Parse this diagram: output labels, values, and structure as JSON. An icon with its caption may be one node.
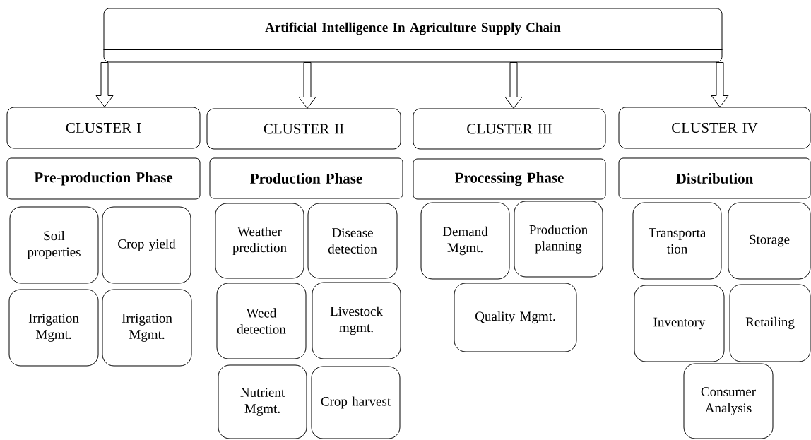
{
  "diagram": {
    "nodes": [
      {
        "text": [
          "Artificial Intelligence In Agriculture Supply Chain"
        ]
      },
      {
        "text": [
          "CLUSTER I"
        ]
      },
      {
        "text": [
          "Pre-production Phase"
        ]
      },
      {
        "text": [
          "Soil properties"
        ]
      },
      {
        "text": [
          "Crop yield"
        ]
      },
      {
        "text": [
          "Irrigation Mgmt."
        ]
      },
      {
        "text": [
          "Irrigation Mgmt."
        ]
      },
      {
        "text": [
          "CLUSTER II"
        ]
      },
      {
        "text": [
          "Production Phase"
        ]
      },
      {
        "text": [
          "Weather prediction"
        ]
      },
      {
        "text": [
          "Disease detection"
        ]
      },
      {
        "text": [
          "Weed detection"
        ]
      },
      {
        "text": [
          "Livestock mgmt."
        ]
      },
      {
        "text": [
          "Nutrient Mgmt."
        ]
      },
      {
        "text": [
          "Crop harvest"
        ]
      },
      {
        "text": [
          "CLUSTER III"
        ]
      },
      {
        "text": [
          "Processing Phase"
        ]
      },
      {
        "text": [
          "Demand Mgmt."
        ]
      },
      {
        "text": [
          "Production planning"
        ]
      },
      {
        "text": [
          "Quality Mgmt."
        ]
      },
      {
        "text": [
          "CLUSTER IV"
        ]
      },
      {
        "text": [
          "Distribution"
        ]
      },
      {
        "text": [
          "Transporta tion"
        ]
      },
      {
        "text": [
          "Storage"
        ]
      },
      {
        "text": [
          "Inventory"
        ]
      },
      {
        "text": [
          "Retailing"
        ]
      },
      {
        "text": [
          "Consumer Analysis"
        ]
      }
    ],
    "edges": [
      {
        "from": 0,
        "to": 1,
        "arrow": "to"
      },
      {
        "from": 0,
        "to": 7,
        "arrow": "to"
      },
      {
        "from": 0,
        "to": 15,
        "arrow": "to"
      },
      {
        "from": 0,
        "to": 20,
        "arrow": "to"
      }
    ]
  }
}
